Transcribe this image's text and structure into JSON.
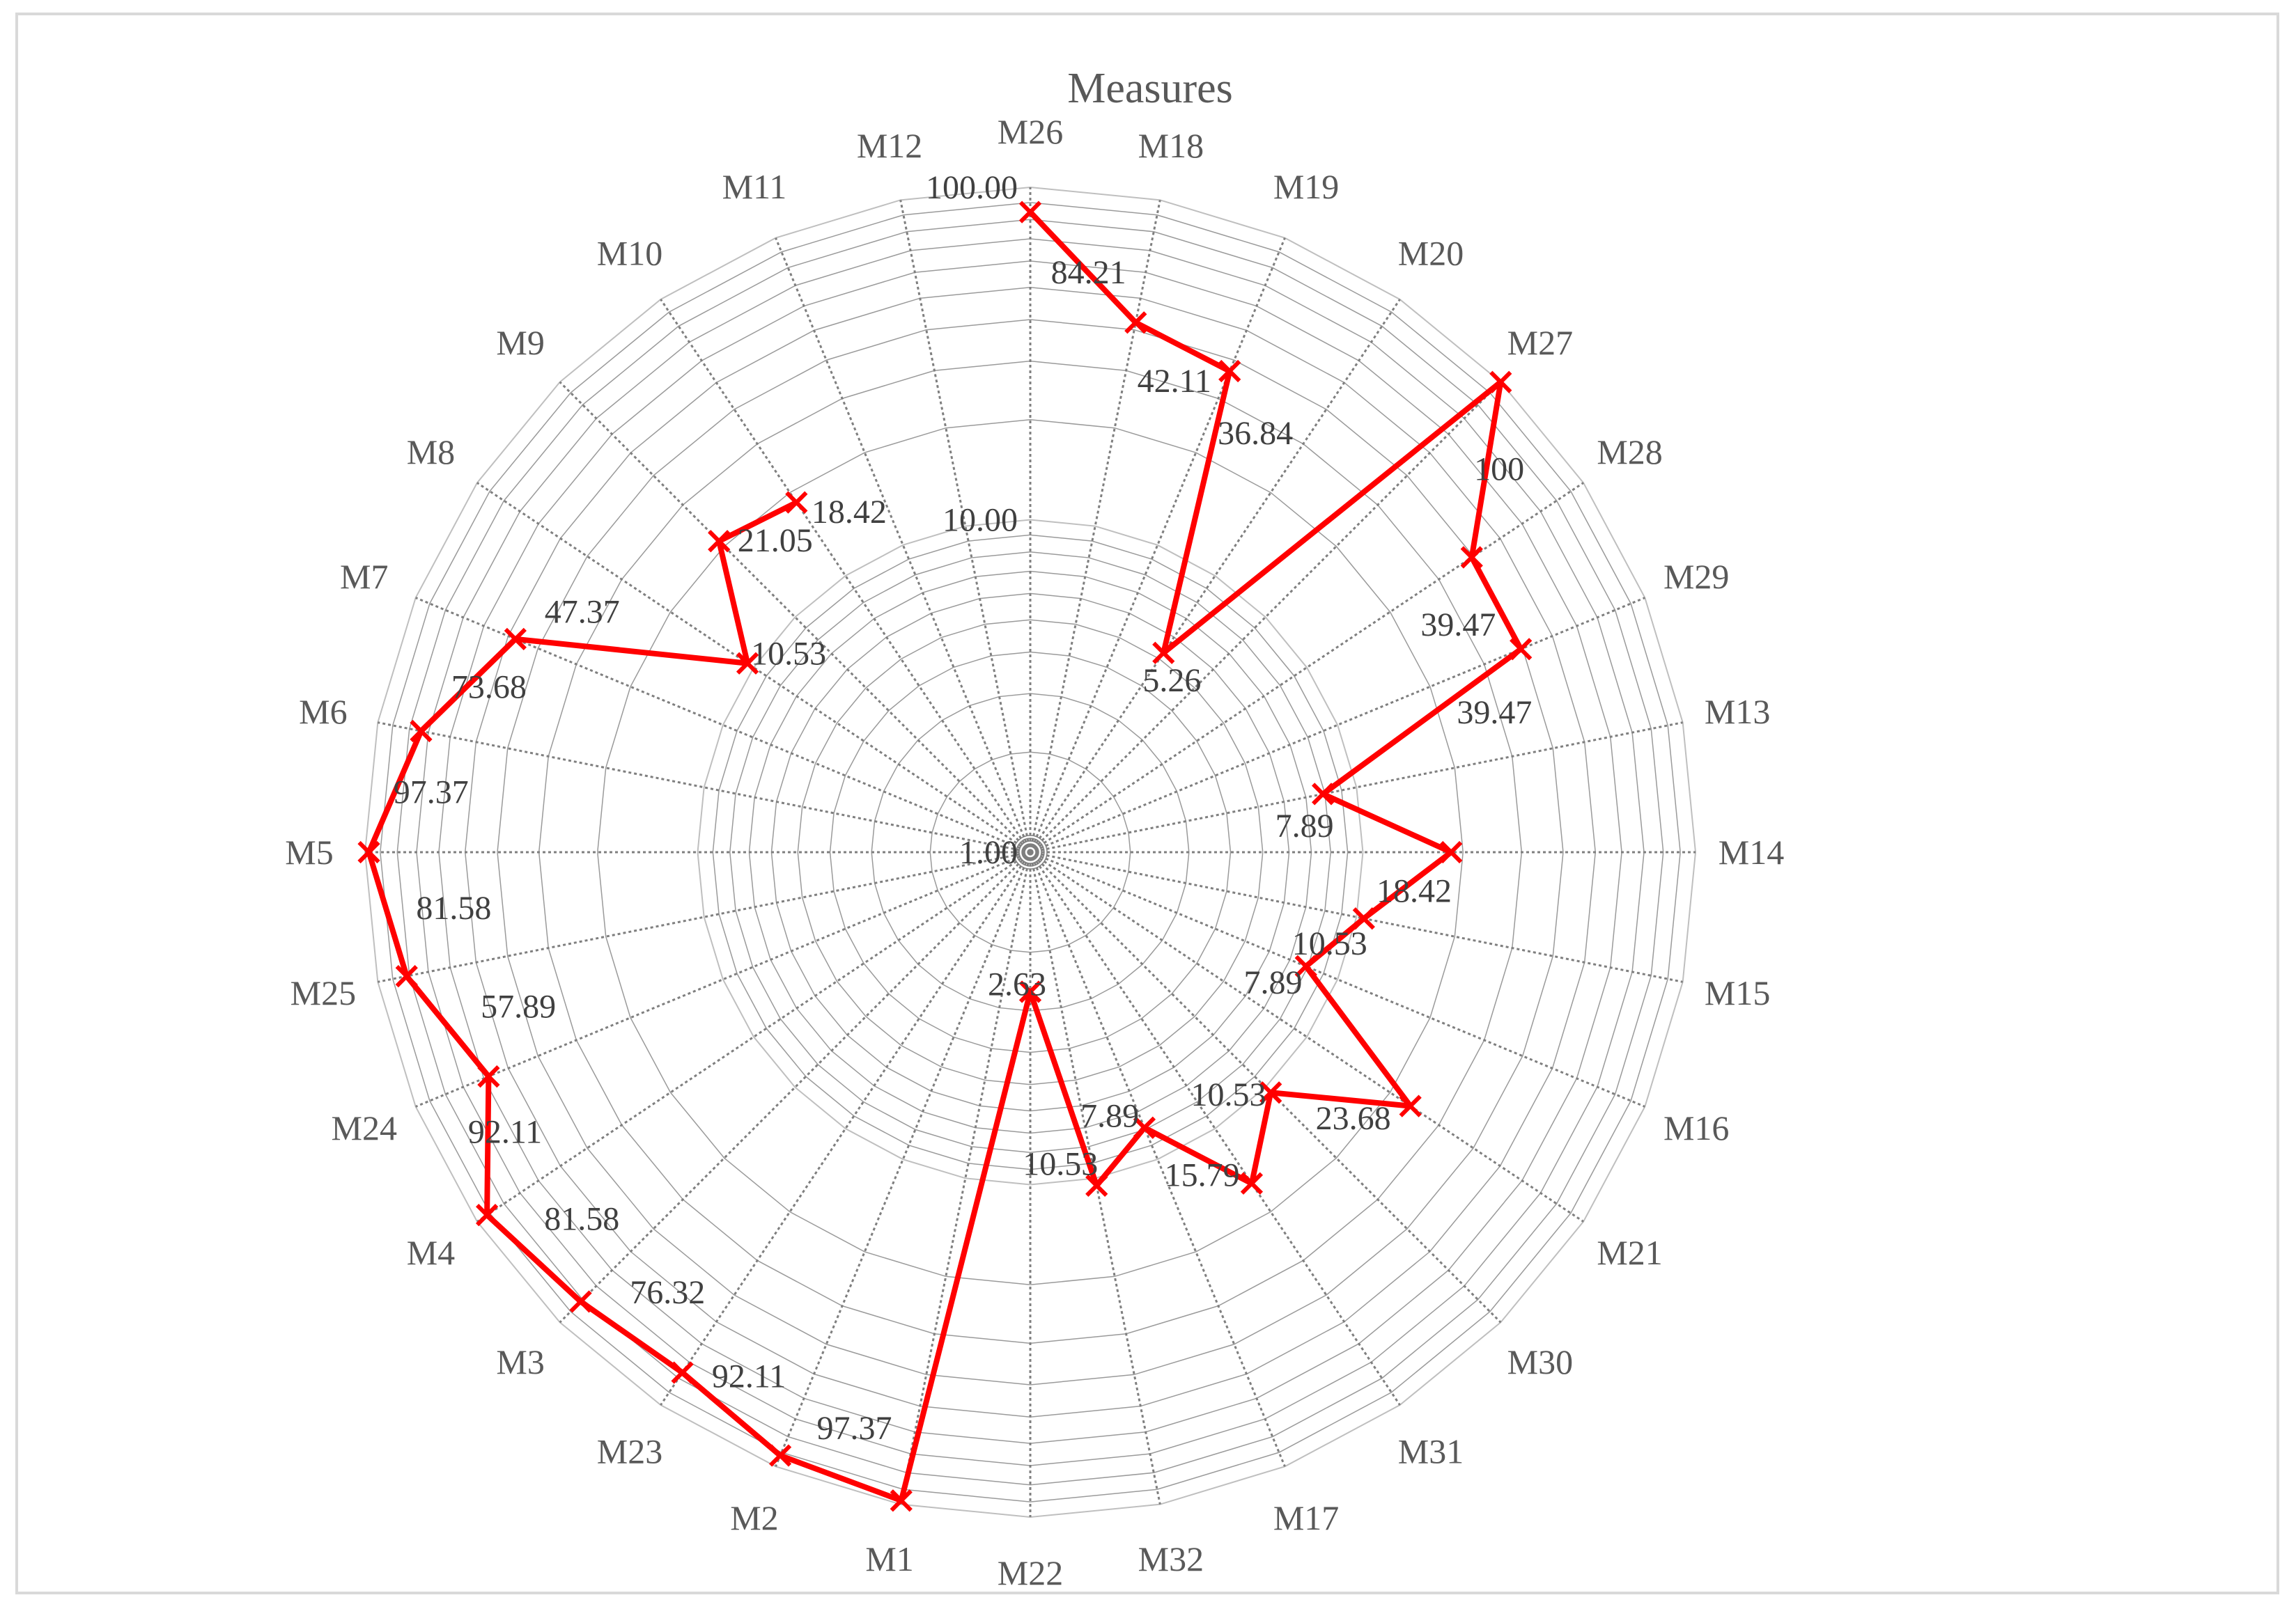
{
  "chart_data": {
    "type": "radar",
    "title": "Measures",
    "scale": "log",
    "range": [
      1,
      100
    ],
    "tick_labels": [
      "1.00",
      "10.00",
      "100.00"
    ],
    "ticks": [
      1,
      10,
      100
    ],
    "categories": [
      "M26",
      "M18",
      "M19",
      "M20",
      "M27",
      "M28",
      "M29",
      "M13",
      "M14",
      "M15",
      "M16",
      "M21",
      "M30",
      "M31",
      "M17",
      "M32",
      "M22",
      "M1",
      "M2",
      "M23",
      "M3",
      "M4",
      "M24",
      "M25",
      "M5",
      "M6",
      "M7",
      "M8",
      "M9",
      "M10",
      "M11",
      "M12"
    ],
    "series": [
      {
        "values": [
          84.21,
          42.11,
          36.84,
          5.26,
          100,
          39.47,
          39.47,
          7.89,
          18.42,
          10.53,
          7.89,
          23.68,
          10.53,
          15.79,
          7.89,
          10.53,
          2.63,
          97.37,
          92.11,
          76.32,
          81.58,
          92.11,
          57.89,
          81.58,
          97.37,
          73.68,
          47.37,
          10.53,
          21.05,
          18.42,
          null,
          null
        ],
        "labels": [
          "84.21",
          "42.11",
          "36.84",
          "5.26",
          "100",
          "39.47",
          "39.47",
          "7.89",
          "18.42",
          "10.53",
          "7.89",
          "23.68",
          "10.53",
          "15.79",
          "7.89",
          "10.53",
          "2.63",
          "97.37",
          "92.11",
          "76.32",
          "81.58",
          "92.11",
          "57.89",
          "81.58",
          "97.37",
          "73.68",
          "47.37",
          "10.53",
          "21.05",
          "18.42",
          "",
          ""
        ],
        "color": "#ff0000"
      }
    ],
    "grid_color": "#808080"
  }
}
